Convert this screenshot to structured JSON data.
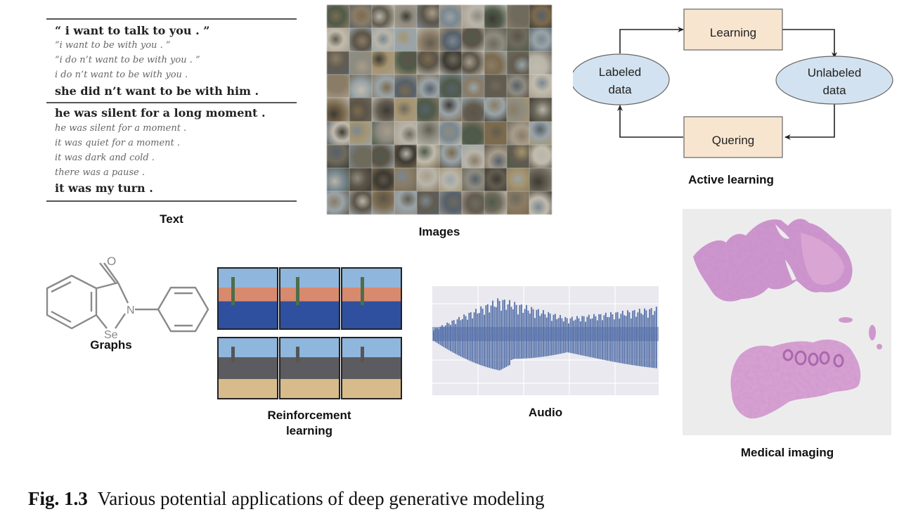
{
  "figure": {
    "caption_number": "Fig. 1.3",
    "caption_text": "Various potential applications of deep generative modeling"
  },
  "panels": {
    "text": {
      "label": "Text",
      "groups": [
        {
          "lines": [
            {
              "text": "“ i want to talk to you . ”",
              "style": "bold"
            },
            {
              "text": "“i want to be with you . ”",
              "style": "italic"
            },
            {
              "text": "“i do n’t want to be with you . ”",
              "style": "italic"
            },
            {
              "text": "i do n’t want to be with you .",
              "style": "italic"
            },
            {
              "text": "she did n’t want to be with him .",
              "style": "bold"
            }
          ]
        },
        {
          "lines": [
            {
              "text": "he was silent for a long moment .",
              "style": "bold"
            },
            {
              "text": "he was silent for a moment .",
              "style": "italic"
            },
            {
              "text": "it was quiet for a moment .",
              "style": "italic"
            },
            {
              "text": "it was dark and cold .",
              "style": "italic"
            },
            {
              "text": "there was a pause .",
              "style": "italic"
            },
            {
              "text": "it was my turn .",
              "style": "bold"
            }
          ]
        }
      ]
    },
    "images": {
      "label": "Images",
      "grid_rows": 9,
      "grid_cols": 10
    },
    "active_learning": {
      "label": "Active learning",
      "nodes": {
        "learning": "Learning",
        "unlabeled_line1": "Unlabeled",
        "unlabeled_line2": "data",
        "quering": "Quering",
        "labeled_line1": "Labeled",
        "labeled_line2": "data"
      },
      "colors": {
        "box_fill": "#f8e5d0",
        "ellipse_fill": "#d3e2f0",
        "stroke": "#555555"
      }
    },
    "graphs": {
      "label": "Graphs",
      "atoms": {
        "oxygen": "O",
        "nitrogen": "N",
        "selenium": "Se"
      }
    },
    "reinforcement_learning": {
      "label_line1": "Reinforcement",
      "label_line2": "learning"
    },
    "audio": {
      "label": "Audio",
      "waveform_color": "#5470a8"
    },
    "medical": {
      "label": "Medical imaging",
      "tissue_color": "#c68ac4"
    }
  }
}
